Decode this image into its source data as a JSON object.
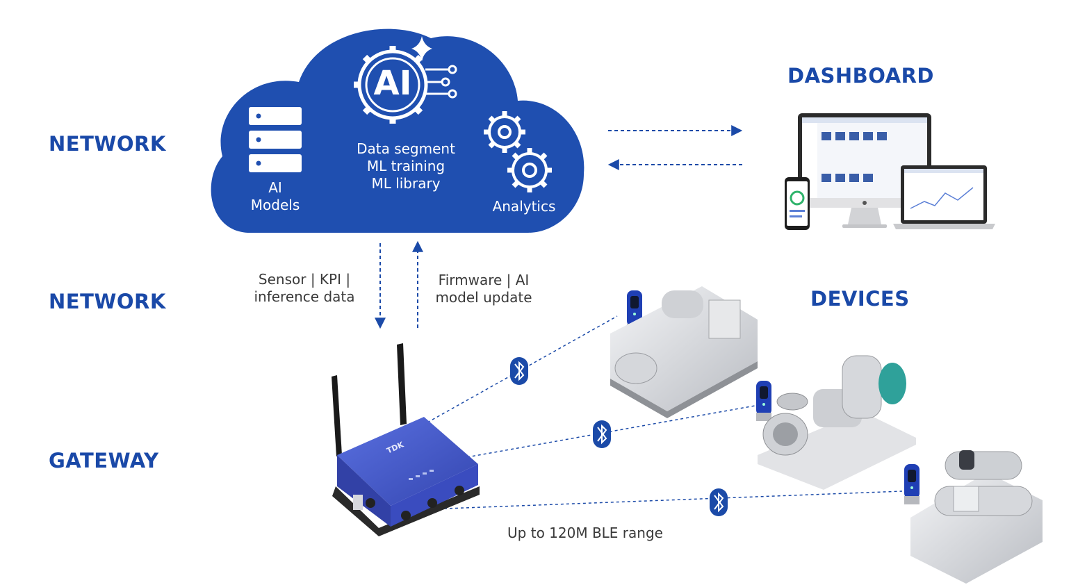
{
  "layers": {
    "top_network": "NETWORK",
    "middle_network": "NETWORK",
    "gateway": "GATEWAY"
  },
  "sections": {
    "dashboard": "DASHBOARD",
    "devices": "DEVICES"
  },
  "cloud": {
    "ai_badge": "AI",
    "models_line1": "AI",
    "models_line2": "Models",
    "center_line1": "Data segment",
    "center_line2": "ML training",
    "center_line3": "ML library",
    "analytics": "Analytics"
  },
  "flows": {
    "upload_line1": "Sensor | KPI |",
    "upload_line2": "inference data",
    "download_line1": "Firmware | AI",
    "download_line2": "model update",
    "ble_range": "Up to 120M BLE range"
  },
  "gateway_device": {
    "brand": "TDK"
  },
  "colors": {
    "brand_blue": "#1b4aa8",
    "cloud_blue": "#1f4fb0",
    "gateway_blue": "#4a5fd0",
    "text_gray": "#3a3a3a"
  },
  "icons": [
    "server-icon",
    "ai-gear-icon",
    "sparkle-icon",
    "gear-icon",
    "bluetooth-icon",
    "arrow-icon"
  ]
}
